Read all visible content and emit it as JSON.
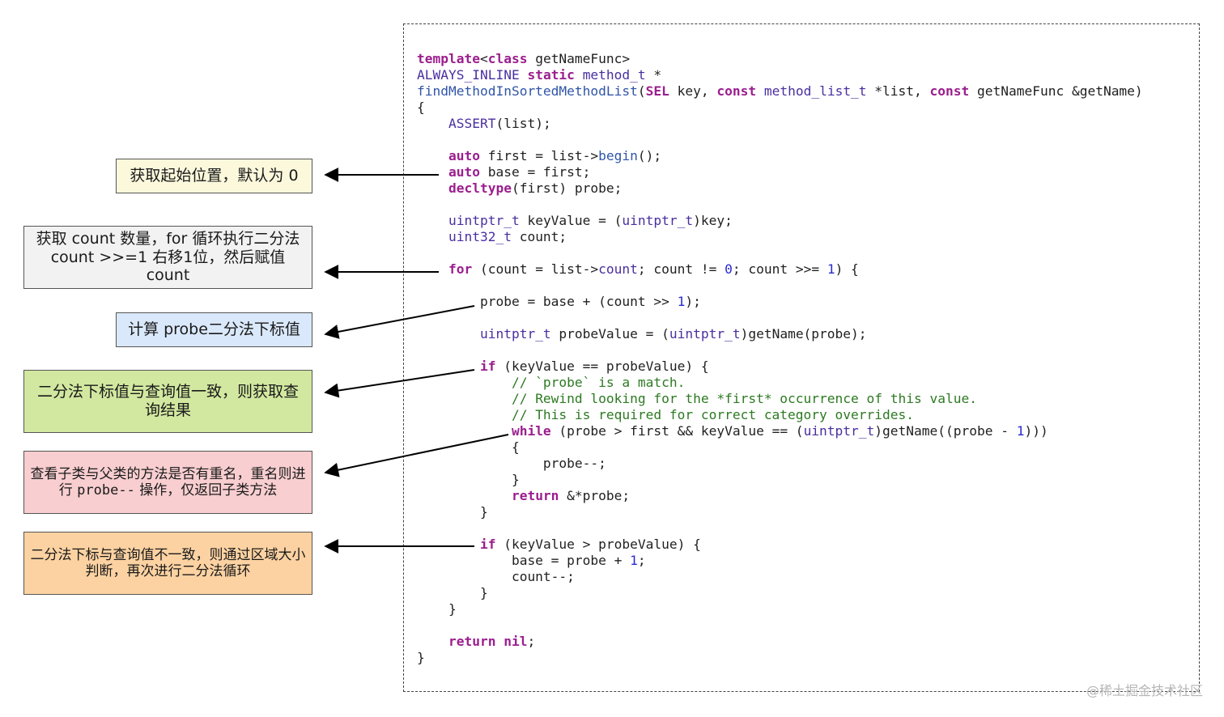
{
  "code_lines": [
    [
      [
        "kw",
        "template"
      ],
      [
        "plain",
        "<"
      ],
      [
        "kw",
        "class"
      ],
      [
        "plain",
        " getNameFunc>"
      ]
    ],
    [
      [
        "ty",
        "ALWAYS_INLINE"
      ],
      [
        "plain",
        " "
      ],
      [
        "kw",
        "static"
      ],
      [
        "plain",
        " "
      ],
      [
        "ty",
        "method_t"
      ],
      [
        "plain",
        " *"
      ]
    ],
    [
      [
        "fn",
        "findMethodInSortedMethodList"
      ],
      [
        "plain",
        "("
      ],
      [
        "kw",
        "SEL"
      ],
      [
        "plain",
        " key, "
      ],
      [
        "kw",
        "const"
      ],
      [
        "plain",
        " "
      ],
      [
        "ty",
        "method_list_t"
      ],
      [
        "plain",
        " *list, "
      ],
      [
        "kw",
        "const"
      ],
      [
        "plain",
        " getNameFunc &getName)"
      ]
    ],
    [
      [
        "plain",
        "{"
      ]
    ],
    [
      [
        "plain",
        "    "
      ],
      [
        "ty",
        "ASSERT"
      ],
      [
        "plain",
        "(list);"
      ]
    ],
    [
      [
        "plain",
        ""
      ]
    ],
    [
      [
        "plain",
        "    "
      ],
      [
        "kw",
        "auto"
      ],
      [
        "plain",
        " first = list->"
      ],
      [
        "fn",
        "begin"
      ],
      [
        "plain",
        "();"
      ]
    ],
    [
      [
        "plain",
        "    "
      ],
      [
        "kw",
        "auto"
      ],
      [
        "plain",
        " base = first;"
      ]
    ],
    [
      [
        "plain",
        "    "
      ],
      [
        "kw",
        "decltype"
      ],
      [
        "plain",
        "(first) probe;"
      ]
    ],
    [
      [
        "plain",
        ""
      ]
    ],
    [
      [
        "plain",
        "    "
      ],
      [
        "ty",
        "uintptr_t"
      ],
      [
        "plain",
        " keyValue = ("
      ],
      [
        "ty",
        "uintptr_t"
      ],
      [
        "plain",
        ")key;"
      ]
    ],
    [
      [
        "plain",
        "    "
      ],
      [
        "ty",
        "uint32_t"
      ],
      [
        "plain",
        " count;"
      ]
    ],
    [
      [
        "plain",
        ""
      ]
    ],
    [
      [
        "plain",
        "    "
      ],
      [
        "kw",
        "for"
      ],
      [
        "plain",
        " (count = list->"
      ],
      [
        "ty",
        "count"
      ],
      [
        "plain",
        "; count != "
      ],
      [
        "nm",
        "0"
      ],
      [
        "plain",
        "; count >>= "
      ],
      [
        "nm",
        "1"
      ],
      [
        "plain",
        ") {"
      ]
    ],
    [
      [
        "plain",
        ""
      ]
    ],
    [
      [
        "plain",
        "        probe = base + (count >> "
      ],
      [
        "nm",
        "1"
      ],
      [
        "plain",
        ");"
      ]
    ],
    [
      [
        "plain",
        ""
      ]
    ],
    [
      [
        "plain",
        "        "
      ],
      [
        "ty",
        "uintptr_t"
      ],
      [
        "plain",
        " probeValue = ("
      ],
      [
        "ty",
        "uintptr_t"
      ],
      [
        "plain",
        ")getName(probe);"
      ]
    ],
    [
      [
        "plain",
        ""
      ]
    ],
    [
      [
        "plain",
        "        "
      ],
      [
        "kw",
        "if"
      ],
      [
        "plain",
        " (keyValue == probeValue) {"
      ]
    ],
    [
      [
        "plain",
        "            "
      ],
      [
        "cm",
        "// `probe` is a match."
      ]
    ],
    [
      [
        "plain",
        "            "
      ],
      [
        "cm",
        "// Rewind looking for the *first* occurrence of this value."
      ]
    ],
    [
      [
        "plain",
        "            "
      ],
      [
        "cm",
        "// This is required for correct category overrides."
      ]
    ],
    [
      [
        "plain",
        "            "
      ],
      [
        "kw",
        "while"
      ],
      [
        "plain",
        " (probe > first && keyValue == ("
      ],
      [
        "ty",
        "uintptr_t"
      ],
      [
        "plain",
        ")getName((probe - "
      ],
      [
        "nm",
        "1"
      ],
      [
        "plain",
        ")))"
      ]
    ],
    [
      [
        "plain",
        "            {"
      ]
    ],
    [
      [
        "plain",
        "                probe--;"
      ]
    ],
    [
      [
        "plain",
        "            }"
      ]
    ],
    [
      [
        "plain",
        "            "
      ],
      [
        "kw",
        "return"
      ],
      [
        "plain",
        " &*probe;"
      ]
    ],
    [
      [
        "plain",
        "        }"
      ]
    ],
    [
      [
        "plain",
        ""
      ]
    ],
    [
      [
        "plain",
        "        "
      ],
      [
        "kw",
        "if"
      ],
      [
        "plain",
        " (keyValue > probeValue) {"
      ]
    ],
    [
      [
        "plain",
        "            base = probe + "
      ],
      [
        "nm",
        "1"
      ],
      [
        "plain",
        ";"
      ]
    ],
    [
      [
        "plain",
        "            count--;"
      ]
    ],
    [
      [
        "plain",
        "        }"
      ]
    ],
    [
      [
        "plain",
        "    }"
      ]
    ],
    [
      [
        "plain",
        ""
      ]
    ],
    [
      [
        "plain",
        "    "
      ],
      [
        "kw",
        "return"
      ],
      [
        "plain",
        " "
      ],
      [
        "kw",
        "nil"
      ],
      [
        "plain",
        ";"
      ]
    ],
    [
      [
        "plain",
        "}"
      ]
    ]
  ],
  "notes": {
    "n1": {
      "l1": "获取起始位置，默认为 0"
    },
    "n2": {
      "l1": "获取 count 数量，for 循环执行二分法",
      "l2": "count >>=1 右移1位，然后赋值count"
    },
    "n3": {
      "l1": "计算 probe二分法下标值"
    },
    "n4": {
      "l1": "二分法下标值与查询值一致，则获取查",
      "l2": "询结果"
    },
    "n5": {
      "l1": "查看子类与父类的方法是否有重名，重名则进",
      "l2a": "行 ",
      "l2b": "probe--",
      "l2c": " 操作，仅返回子类方法"
    },
    "n6": {
      "l1": "二分法下标与查询值不一致，则通过区域大小",
      "l2": "判断，再次进行二分法循环"
    }
  },
  "colors": {
    "keyword": "#9b1e8e",
    "type": "#4a2fa0",
    "function": "#2f55a8",
    "comment": "#2d7a22",
    "number": "#2a2ad0",
    "note_yellow": "#fbf8dc",
    "note_gray": "#f2f2f2",
    "note_blue": "#dae8fb",
    "note_green": "#d2e8a0",
    "note_pink": "#f8ced0",
    "note_orange": "#fcd2a2"
  },
  "watermark": "@稀土掘金技术社区"
}
